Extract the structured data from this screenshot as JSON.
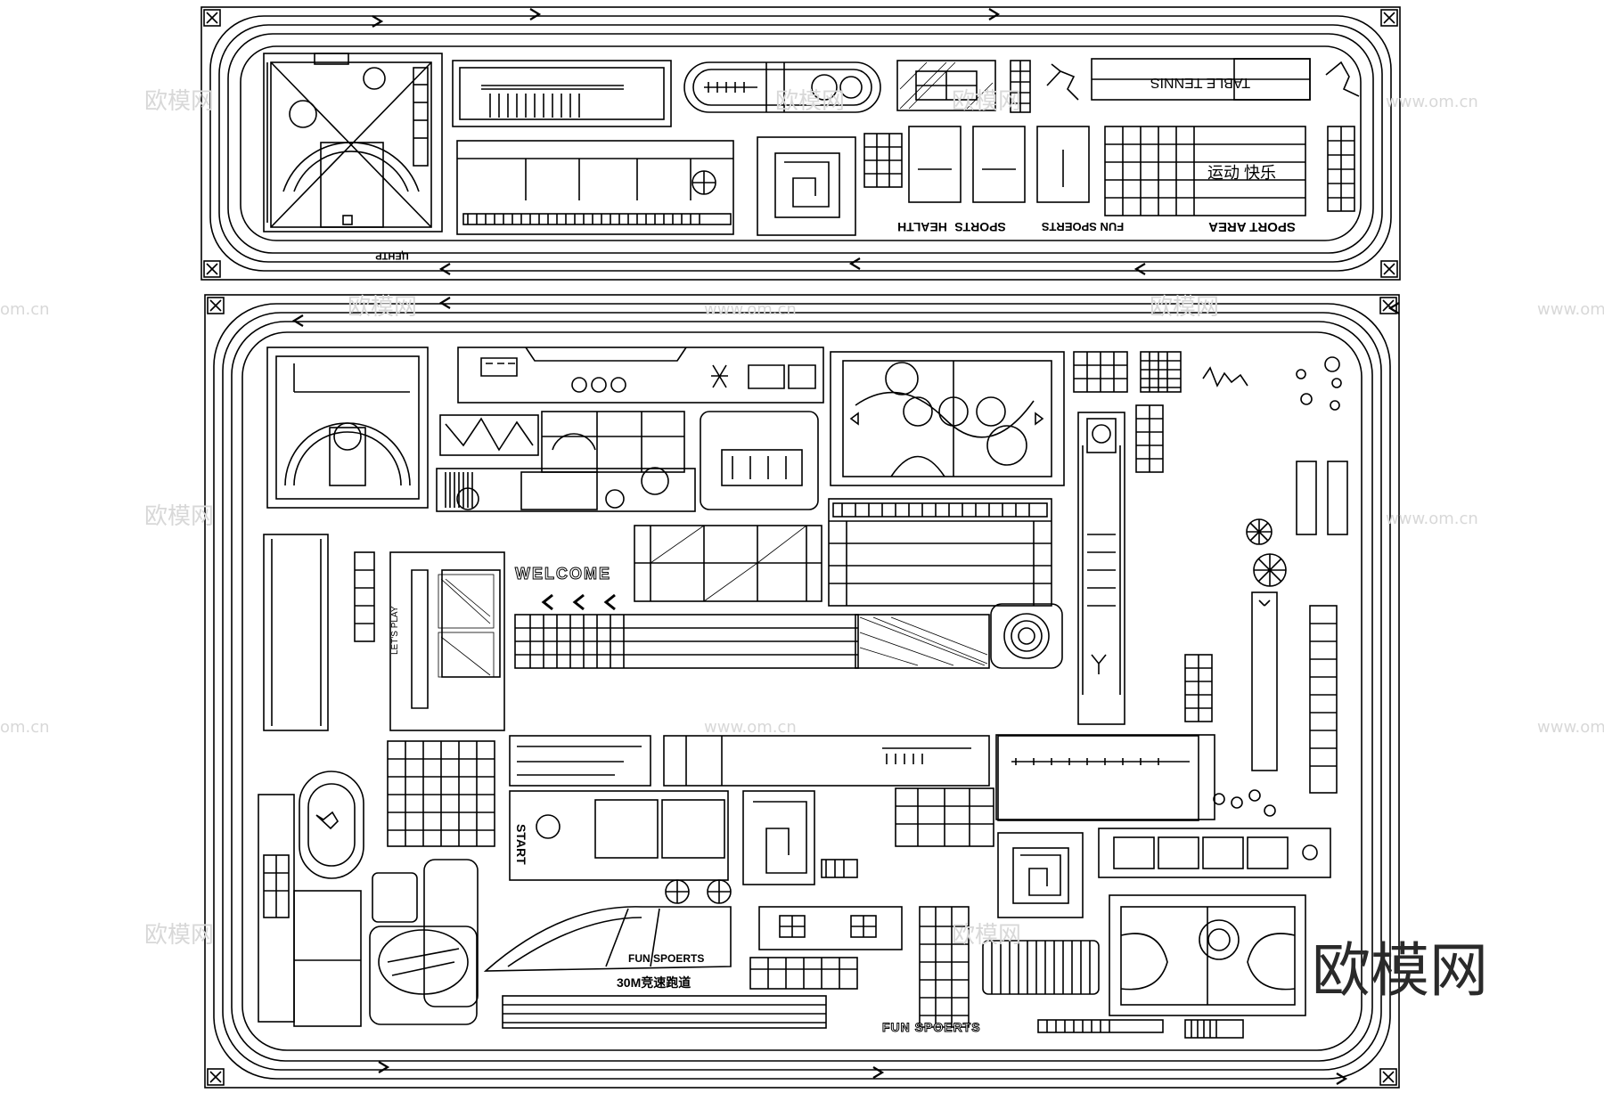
{
  "top_panel": {
    "banner": "TABLE TENNIS",
    "sport_text_1": "SPORT AREA",
    "sport_text_2": "FUN SPOERTS",
    "sport_text_3": "SPORTS",
    "sport_text_4": "HEALTH",
    "label_small": "ЦЕНТР",
    "side_text": "运动\n快乐"
  },
  "bottom_panel": {
    "welcome": "WELCOME",
    "lets_play": "LET'S PLAY",
    "start": "START",
    "fun_sports_sign": "FUN SPOERTS",
    "fun_sports_footer": "FUN SPOERTS",
    "sprint_track": "30M竞速跑道"
  },
  "watermarks": {
    "site_cn": "欧模网",
    "site_url": "www.om.cn",
    "site_short": "om.cn",
    "logo": "欧模网"
  }
}
